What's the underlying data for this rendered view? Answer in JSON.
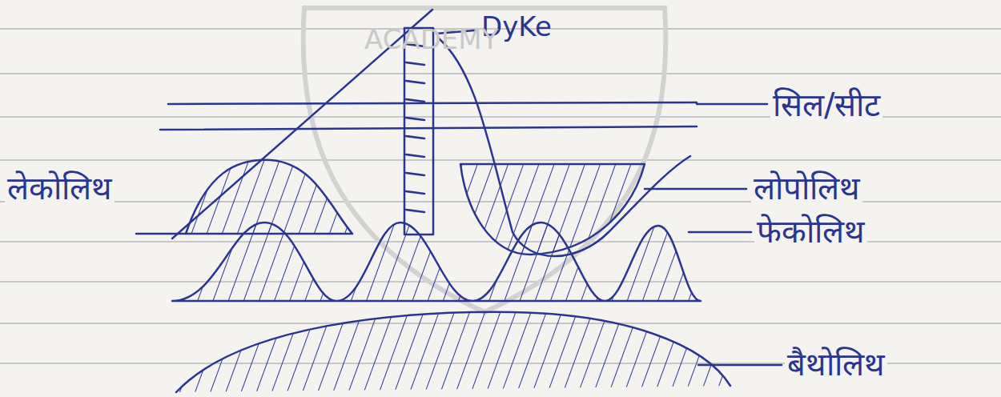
{
  "diagram": {
    "labels": [
      "DyKe",
      "ACADEMY",
      "सिल/सीट",
      "लेकोलिथ",
      "लोपोलिथ",
      "फेकोलिथ",
      "बैथोलिथ"
    ]
  }
}
